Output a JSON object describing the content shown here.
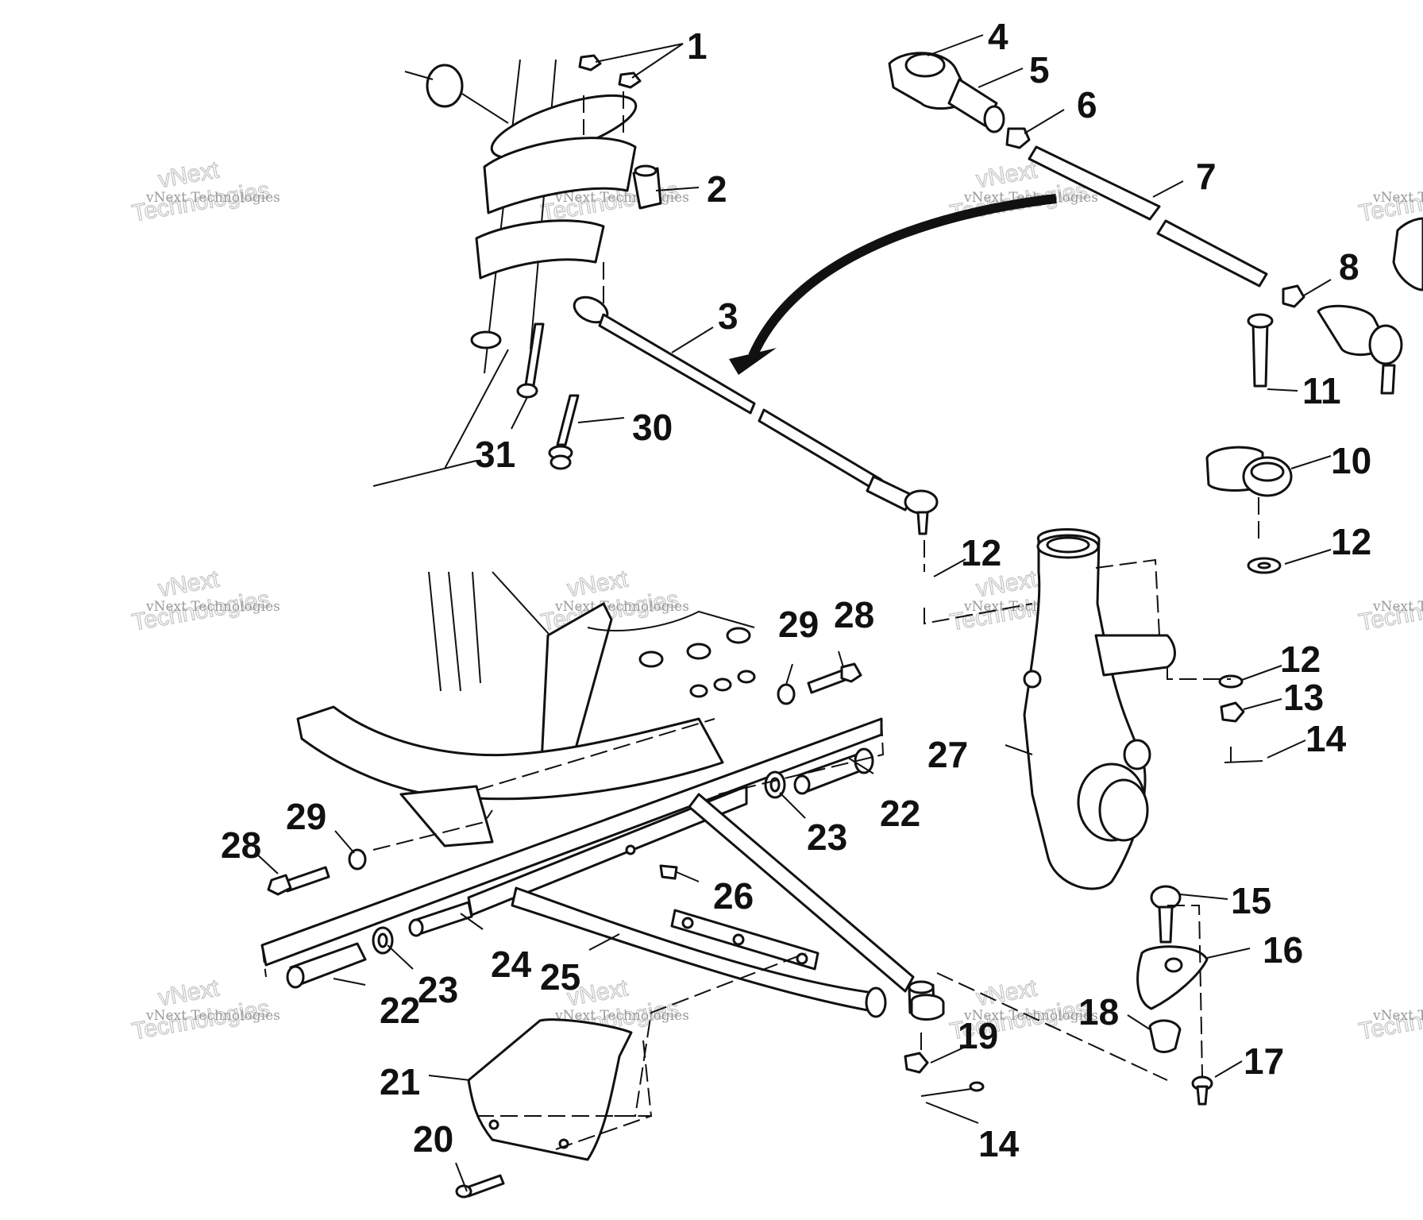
{
  "diagram": {
    "type": "exploded-parts-view",
    "callouts": [
      {
        "id": "c1",
        "text": "1"
      },
      {
        "id": "c2",
        "text": "2"
      },
      {
        "id": "c3",
        "text": "3"
      },
      {
        "id": "c4",
        "text": "4"
      },
      {
        "id": "c5",
        "text": "5"
      },
      {
        "id": "c6",
        "text": "6"
      },
      {
        "id": "c7",
        "text": "7"
      },
      {
        "id": "c8",
        "text": "8"
      },
      {
        "id": "c10",
        "text": "10"
      },
      {
        "id": "c11",
        "text": "11"
      },
      {
        "id": "c12a",
        "text": "12"
      },
      {
        "id": "c12b",
        "text": "12"
      },
      {
        "id": "c12c",
        "text": "12"
      },
      {
        "id": "c13",
        "text": "13"
      },
      {
        "id": "c14a",
        "text": "14"
      },
      {
        "id": "c14b",
        "text": "14"
      },
      {
        "id": "c15",
        "text": "15"
      },
      {
        "id": "c16",
        "text": "16"
      },
      {
        "id": "c17",
        "text": "17"
      },
      {
        "id": "c18",
        "text": "18"
      },
      {
        "id": "c19",
        "text": "19"
      },
      {
        "id": "c20",
        "text": "20"
      },
      {
        "id": "c21",
        "text": "21"
      },
      {
        "id": "c22a",
        "text": "22"
      },
      {
        "id": "c22b",
        "text": "22"
      },
      {
        "id": "c23a",
        "text": "23"
      },
      {
        "id": "c23b",
        "text": "23"
      },
      {
        "id": "c24",
        "text": "24"
      },
      {
        "id": "c25",
        "text": "25"
      },
      {
        "id": "c26",
        "text": "26"
      },
      {
        "id": "c27",
        "text": "27"
      },
      {
        "id": "c28a",
        "text": "28"
      },
      {
        "id": "c28b",
        "text": "28"
      },
      {
        "id": "c29a",
        "text": "29"
      },
      {
        "id": "c29b",
        "text": "29"
      },
      {
        "id": "c30",
        "text": "30"
      },
      {
        "id": "c31",
        "text": "31"
      }
    ]
  },
  "watermark": {
    "line_small": "vNext Technologies",
    "line_top": "vNext",
    "line_big": "Technologies"
  }
}
